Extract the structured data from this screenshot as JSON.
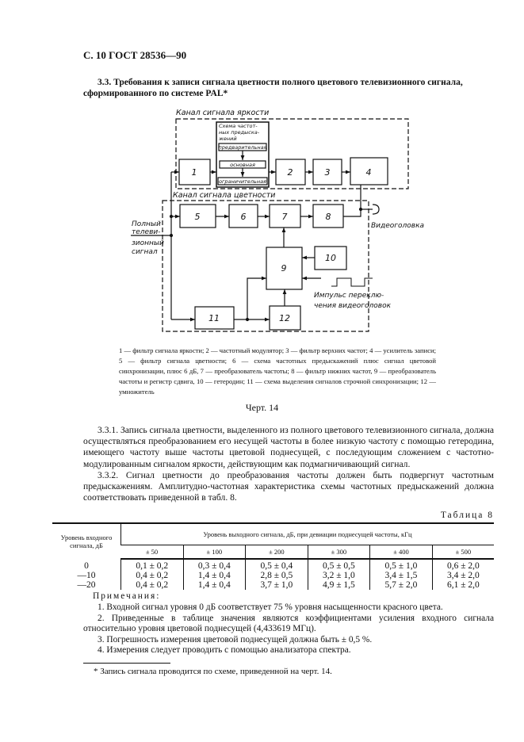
{
  "header": "С. 10 ГОСТ 28536—90",
  "section_heading": "3.3. Требования к записи сигнала цветности полного цветового телевизионного сигнала, сформированного по системе PAL*",
  "diagram": {
    "luma_channel": "Канал сигнала яркости",
    "chroma_channel": "Канал сигнала цветности",
    "preemph_title": [
      "Схема частот-",
      "ных предыска-",
      "жений"
    ],
    "preemph_sub": [
      "предварительная",
      "основная",
      "ограничительная"
    ],
    "blocks": [
      "1",
      "2",
      "3",
      "4",
      "5",
      "6",
      "7",
      "8",
      "9",
      "10",
      "11",
      "12"
    ],
    "input_label": [
      "Полный",
      "телеви-",
      "зионный",
      "сигнал"
    ],
    "head_label": "Видеоголовка",
    "pulse_label": [
      "Импульс переклю-",
      "чения видеоголовок"
    ]
  },
  "caption": "1 — фильтр сигнала яркости; 2 — частотный модулятор; 3 — фильтр верхних частот; 4 — усилитель записи; 5 — фильтр сигнала цветности; 6 — схема частотных предыскажений плюс сигнал цветовой синхронизации, плюс 6 дБ, 7 — преобразователь частоты; 8 — фильтр нижних частот, 9 — преобразователь частоты и регистр сдвига, 10 — гетеродин; 11 — схема выделения сигналов строчной синхронизации; 12 — умножитель",
  "figure_label": "Черт. 14",
  "paragraphs": [
    "3.3.1. Запись сигнала цветности, выделенного из полного цветового телевизионного сигнала, должна осуществляться преобразованием его несущей частоты в более низкую частоту с помощью гетеродина, имеющего частоту выше частоты цветовой поднесущей, с последующим сложением с частотно-модулированным сигналом яркости, действующим как подмагничивающий сигнал.",
    "3.3.2. Сигнал цветности до преобразования частоты должен быть подвергнут частотным предыскажениям. Амплитудно-частотная характеристика схемы частотных предыскажений должна соответствовать приведенной в табл. 8."
  ],
  "table": {
    "label": "Таблица 8",
    "row_header": "Уровень входного сигнала, дБ",
    "group_header": "Уровень выходного сигнала, дБ, при девиации поднесущей частоты, кГц",
    "columns": [
      "± 50",
      "± 100",
      "± 200",
      "± 300",
      "± 400",
      "± 500"
    ],
    "rows": [
      [
        "0",
        "0,1 ± 0,2",
        "0,3 ± 0,4",
        "0,5 ± 0,4",
        "0,5 ± 0,5",
        "0,5 ± 1,0",
        "0,6 ± 2,0"
      ],
      [
        "—10",
        "0,4 ± 0,2",
        "1,4 ± 0,4",
        "2,8 ± 0,5",
        "3,2 ± 1,0",
        "3,4 ± 1,5",
        "3,4 ± 2,0"
      ],
      [
        "—20",
        "0,4 ± 0,2",
        "1,4 ± 0,4",
        "3,7 ± 1,0",
        "4,9 ± 1,5",
        "5,7 ± 2,0",
        "6,1 ± 2,0"
      ]
    ]
  },
  "notes": {
    "title": "Примечания:",
    "items": [
      "1. Входной сигнал уровня 0 дБ соответствует 75 % уровня насыщенности красного цвета.",
      "2. Приведенные в таблице значения являются коэффициентами усиления входного сигнала относительно уровня цветовой поднесущей (4,433619 МГц).",
      "3. Погрешность измерения цветовой поднесущей должна быть ± 0,5 %.",
      "4. Измерения следует проводить с помощью анализатора спектра."
    ]
  },
  "footnote": "* Запись сигнала проводится по схеме, приведенной на черт. 14."
}
